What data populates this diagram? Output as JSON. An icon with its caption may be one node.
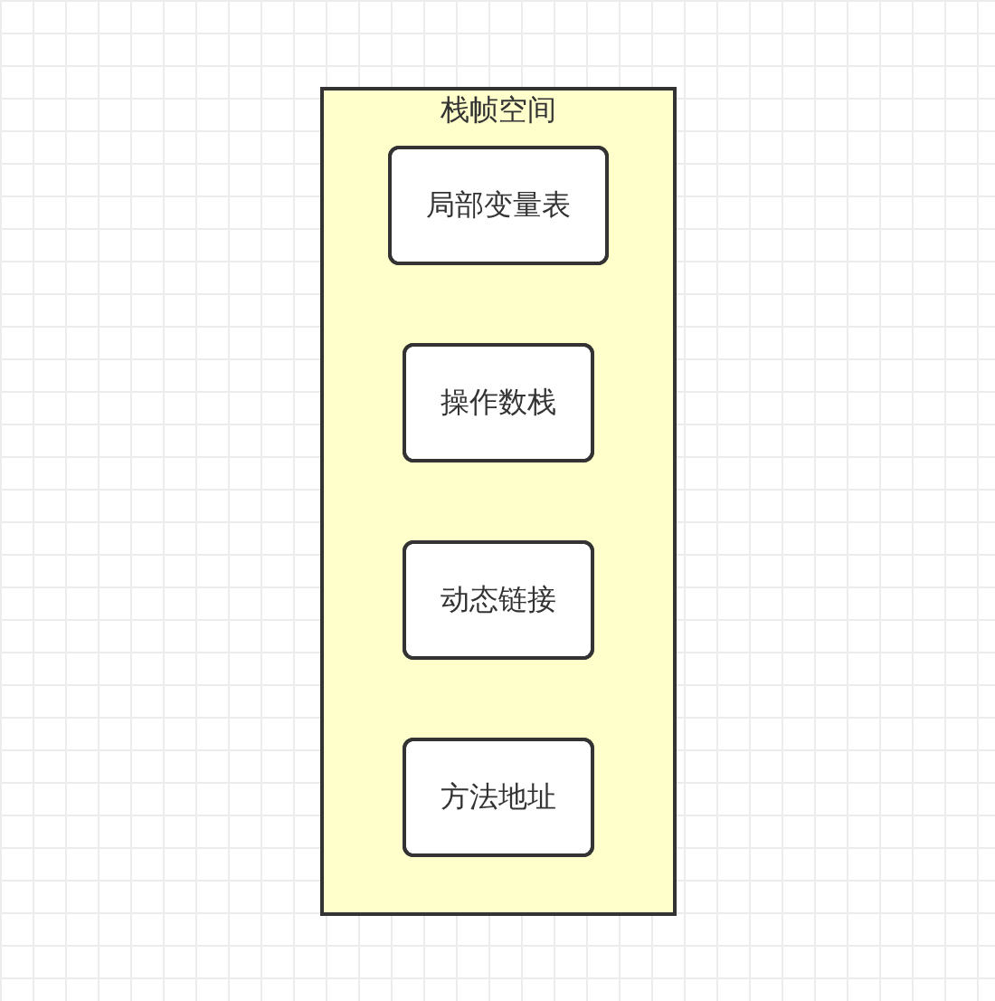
{
  "diagram": {
    "nodes": [
      {
        "text": [
          "栈帧空间"
        ]
      },
      {
        "text": [
          "局部变量表"
        ],
        "in": 0
      },
      {
        "text": [
          "操作数栈"
        ],
        "in": 0
      },
      {
        "text": [
          "动态链接"
        ],
        "in": 0
      },
      {
        "text": [
          "方法地址"
        ],
        "in": 0
      }
    ],
    "edges": []
  }
}
